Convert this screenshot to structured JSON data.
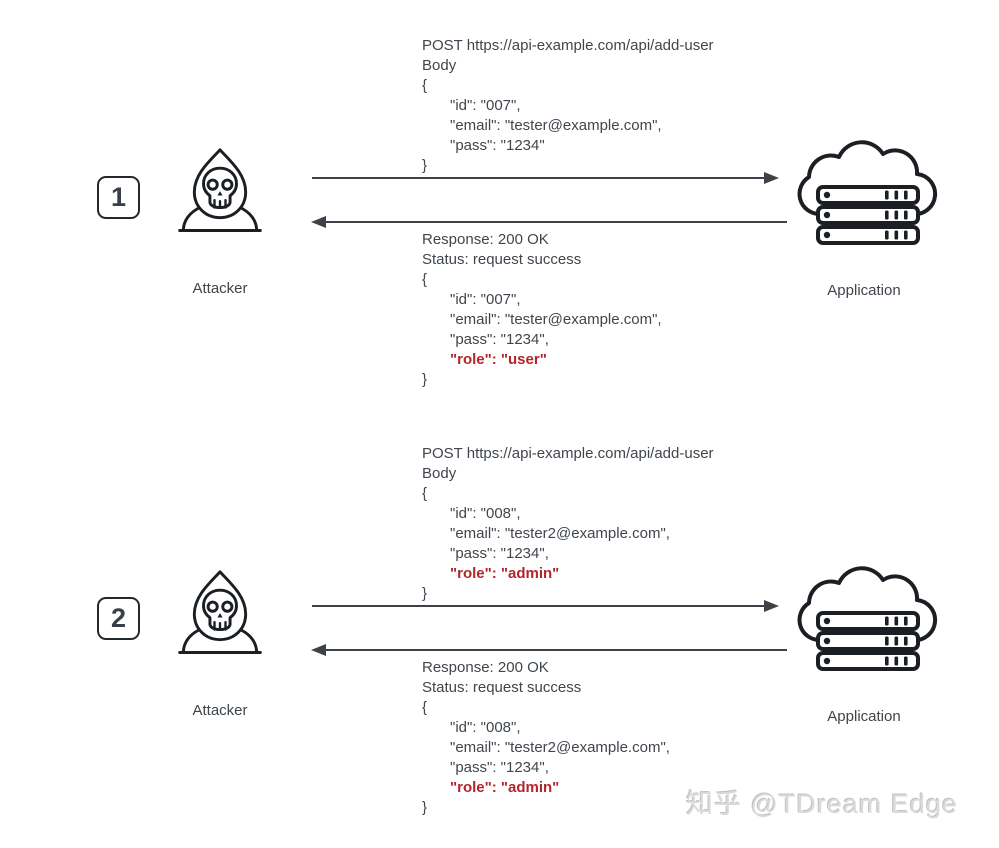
{
  "watermark": "知乎 @TDream Edge",
  "colors": {
    "highlight": "#b3252a",
    "text": "#40464d",
    "arrow": "#3c4248",
    "icon_stroke": "#1b1f23"
  },
  "scenarios": [
    {
      "badge": "1",
      "attacker_label": "Attacker",
      "application_label": "Application",
      "request_lines": [
        {
          "text": "POST https://api-example.com/api/add-user",
          "indent": 0,
          "highlight": false
        },
        {
          "text": "Body",
          "indent": 0,
          "highlight": false
        },
        {
          "text": "{",
          "indent": 0,
          "highlight": false
        },
        {
          "text": "\"id\": \"007\",",
          "indent": 1,
          "highlight": false
        },
        {
          "text": "\"email\": \"tester@example.com\",",
          "indent": 1,
          "highlight": false
        },
        {
          "text": "\"pass\": \"1234\"",
          "indent": 1,
          "highlight": false
        },
        {
          "text": "}",
          "indent": 0,
          "highlight": false
        }
      ],
      "response_lines": [
        {
          "text": "Response: 200 OK",
          "indent": 0,
          "highlight": false
        },
        {
          "text": "Status: request success",
          "indent": 0,
          "highlight": false
        },
        {
          "text": "{",
          "indent": 0,
          "highlight": false
        },
        {
          "text": "\"id\": \"007\",",
          "indent": 1,
          "highlight": false
        },
        {
          "text": "\"email\": \"tester@example.com\",",
          "indent": 1,
          "highlight": false
        },
        {
          "text": "\"pass\": \"1234\",",
          "indent": 1,
          "highlight": false
        },
        {
          "text": "\"role\": \"user\"",
          "indent": 1,
          "highlight": true
        },
        {
          "text": "}",
          "indent": 0,
          "highlight": false
        }
      ]
    },
    {
      "badge": "2",
      "attacker_label": "Attacker",
      "application_label": "Application",
      "request_lines": [
        {
          "text": "POST https://api-example.com/api/add-user",
          "indent": 0,
          "highlight": false
        },
        {
          "text": "Body",
          "indent": 0,
          "highlight": false
        },
        {
          "text": "{",
          "indent": 0,
          "highlight": false
        },
        {
          "text": "\"id\": \"008\",",
          "indent": 1,
          "highlight": false
        },
        {
          "text": "\"email\": \"tester2@example.com\",",
          "indent": 1,
          "highlight": false
        },
        {
          "text": "\"pass\": \"1234\",",
          "indent": 1,
          "highlight": false
        },
        {
          "text": "\"role\": \"admin\"",
          "indent": 1,
          "highlight": true
        },
        {
          "text": "}",
          "indent": 0,
          "highlight": false
        }
      ],
      "response_lines": [
        {
          "text": "Response: 200 OK",
          "indent": 0,
          "highlight": false
        },
        {
          "text": "Status: request success",
          "indent": 0,
          "highlight": false
        },
        {
          "text": "{",
          "indent": 0,
          "highlight": false
        },
        {
          "text": "\"id\": \"008\",",
          "indent": 1,
          "highlight": false
        },
        {
          "text": "\"email\": \"tester2@example.com\",",
          "indent": 1,
          "highlight": false
        },
        {
          "text": "\"pass\": \"1234\",",
          "indent": 1,
          "highlight": false
        },
        {
          "text": "\"role\": \"admin\"",
          "indent": 1,
          "highlight": true
        },
        {
          "text": "}",
          "indent": 0,
          "highlight": false
        }
      ]
    }
  ]
}
